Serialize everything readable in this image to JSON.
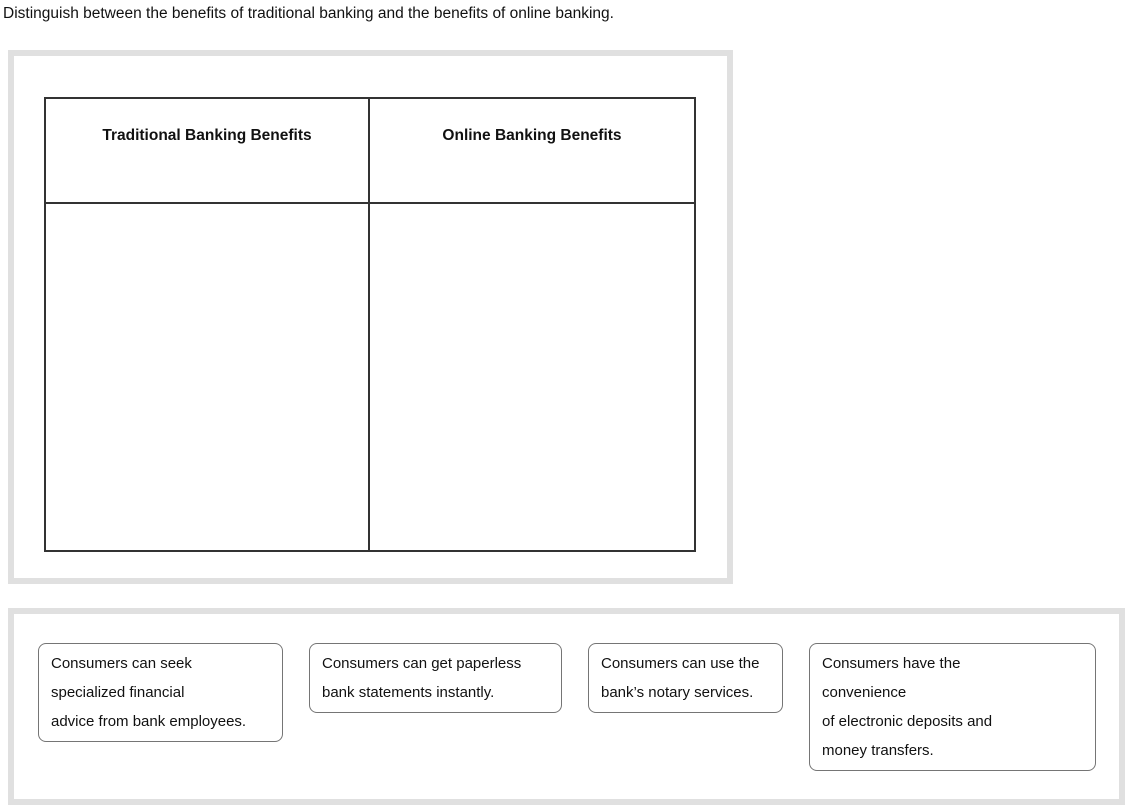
{
  "prompt": "Distinguish between the benefits of traditional banking and the benefits of online banking.",
  "table": {
    "columns": [
      {
        "header": "Traditional Banking Benefits",
        "items": []
      },
      {
        "header": "Online Banking Benefits",
        "items": []
      }
    ]
  },
  "tray": {
    "cards": [
      {
        "label": "Consumers can seek\nspecialized financial\nadvice from bank employees."
      },
      {
        "label": "Consumers can get paperless\nbank statements instantly."
      },
      {
        "label": "Consumers can use the\nbank’s notary services."
      },
      {
        "label": "Consumers have the\nconvenience\nof electronic deposits and\nmoney transfers."
      }
    ]
  },
  "colors": {
    "frame": "#e0e0e0",
    "table_border": "#333333",
    "card_border": "#757575",
    "text": "#111111"
  }
}
